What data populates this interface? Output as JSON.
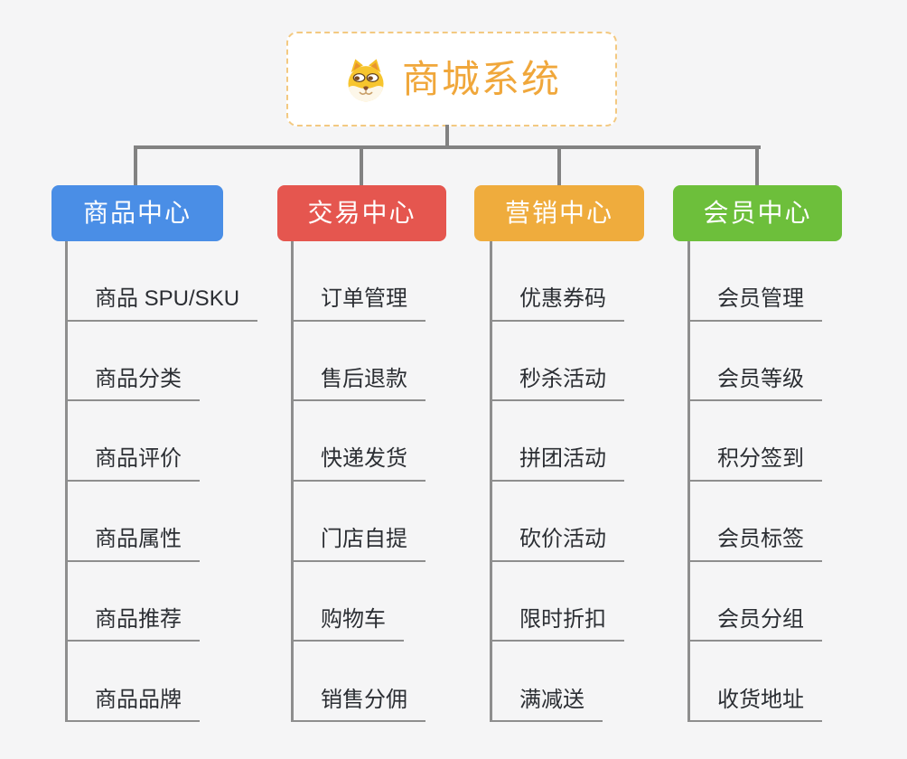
{
  "root": {
    "title": "商城系统",
    "icon": "shiba-dog-icon",
    "text_color": "#f0a73b",
    "border_color": "#f3c981"
  },
  "branches": [
    {
      "label": "商品中心",
      "color": "#4a8ee6",
      "items": [
        "商品 SPU/SKU",
        "商品分类",
        "商品评价",
        "商品属性",
        "商品推荐",
        "商品品牌"
      ]
    },
    {
      "label": "交易中心",
      "color": "#e5564f",
      "items": [
        "订单管理",
        "售后退款",
        "快递发货",
        "门店自提",
        "购物车",
        "销售分佣"
      ]
    },
    {
      "label": "营销中心",
      "color": "#efac3d",
      "items": [
        "优惠券码",
        "秒杀活动",
        "拼团活动",
        "砍价活动",
        "限时折扣",
        "满减送"
      ]
    },
    {
      "label": "会员中心",
      "color": "#6dbf3b",
      "items": [
        "会员管理",
        "会员等级",
        "积分签到",
        "会员标签",
        "会员分组",
        "收货地址"
      ]
    }
  ],
  "colors": {
    "background": "#f5f5f6",
    "connector": "#828282",
    "branch_line": "#8e8e8e",
    "item_text": "#2b2e33"
  }
}
